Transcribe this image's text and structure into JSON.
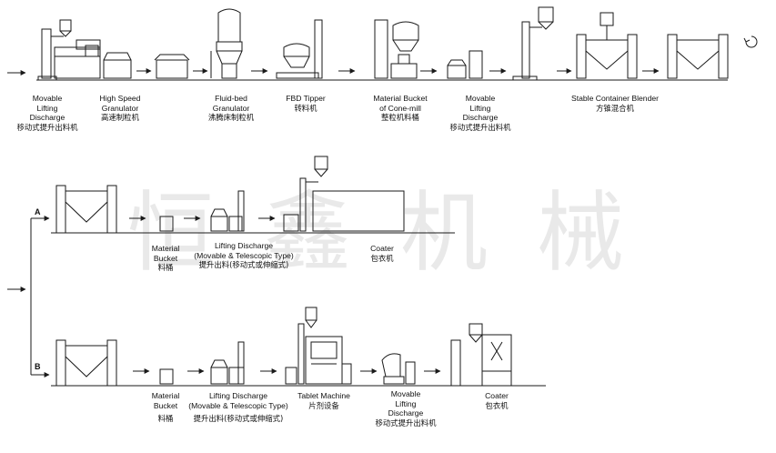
{
  "diagram": {
    "watermark": [
      "恒",
      "鑫",
      "机",
      "械"
    ],
    "top_row": [
      {
        "id": "t1",
        "en": [
          "Movable",
          "Lifting",
          "Discharge"
        ],
        "cn": "移动式提升出料机"
      },
      {
        "id": "t2",
        "en": [
          "High Speed",
          "Granulator"
        ],
        "cn": "高速制粒机"
      },
      {
        "id": "t3",
        "en": [
          "Fluid-bed",
          "Granulator"
        ],
        "cn": "沸腾床制粒机"
      },
      {
        "id": "t4",
        "en": [
          "FBD Tipper"
        ],
        "cn": "转料机"
      },
      {
        "id": "t5",
        "en": [
          "Material Bucket",
          "of Cone-mill"
        ],
        "cn": "整粒机料桶"
      },
      {
        "id": "t6",
        "en": [
          "Movable",
          "Lifting",
          "Discharge"
        ],
        "cn": "移动式提升出料机"
      },
      {
        "id": "t7",
        "en": [
          "Stable Container Blender"
        ],
        "cn": "方锥混合机"
      }
    ],
    "branch_a": {
      "label": "A",
      "items": [
        {
          "id": "a1",
          "en": [
            "Material",
            "Bucket"
          ],
          "cn": "料桶"
        },
        {
          "id": "a2",
          "en": [
            "Lifting Discharge",
            "(Movable & Telescopic Type)"
          ],
          "cn": "提升出料(移动式或伸缩式)"
        },
        {
          "id": "a3",
          "en": [
            "Coater"
          ],
          "cn": "包衣机"
        }
      ]
    },
    "branch_b": {
      "label": "B",
      "items": [
        {
          "id": "b1",
          "en": [
            "Material",
            "Bucket"
          ],
          "cn": "料桶"
        },
        {
          "id": "b2",
          "en": [
            "Lifting Discharge",
            "(Movable & Telescopic Type)"
          ],
          "cn": "提升出料(移动式或伸缩式)"
        },
        {
          "id": "b3",
          "en": [
            "Tablet Machine"
          ],
          "cn": "片剂设备"
        },
        {
          "id": "b4",
          "en": [
            "Movable",
            "Lifting",
            "Discharge"
          ],
          "cn": "移动式提升出料机"
        },
        {
          "id": "b5",
          "en": [
            "Coater"
          ],
          "cn": "包衣机"
        }
      ]
    }
  }
}
